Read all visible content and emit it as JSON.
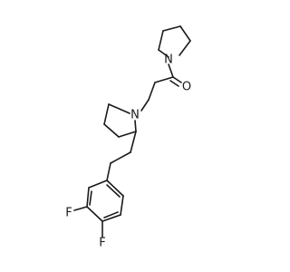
{
  "molecule": {
    "atoms": {
      "nitrogen_pyrrolidine": "N",
      "oxygen_carbonyl": "O",
      "nitrogen_piperidine": "N",
      "fluorine_meta": "F",
      "fluorine_para": "F"
    }
  }
}
